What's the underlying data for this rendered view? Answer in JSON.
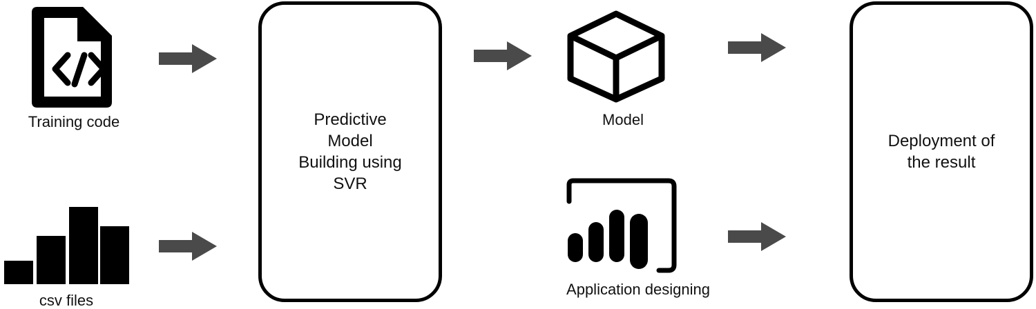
{
  "colors": {
    "arrow": "#4a4a4a",
    "stroke": "#000000",
    "background": "#ffffff"
  },
  "inputs": {
    "training_code": {
      "label": "Training code",
      "icon": "code-file-icon"
    },
    "csv_files": {
      "label": "csv files",
      "icon": "bar-chart-icon"
    }
  },
  "process": {
    "label": "Predictive\nModel\nBuilding using\nSVR"
  },
  "outputs": {
    "model": {
      "label": "Model",
      "icon": "cube-icon"
    },
    "application": {
      "label": "Application designing",
      "icon": "power-bi-icon"
    }
  },
  "deployment": {
    "label": "Deployment of\nthe result"
  }
}
